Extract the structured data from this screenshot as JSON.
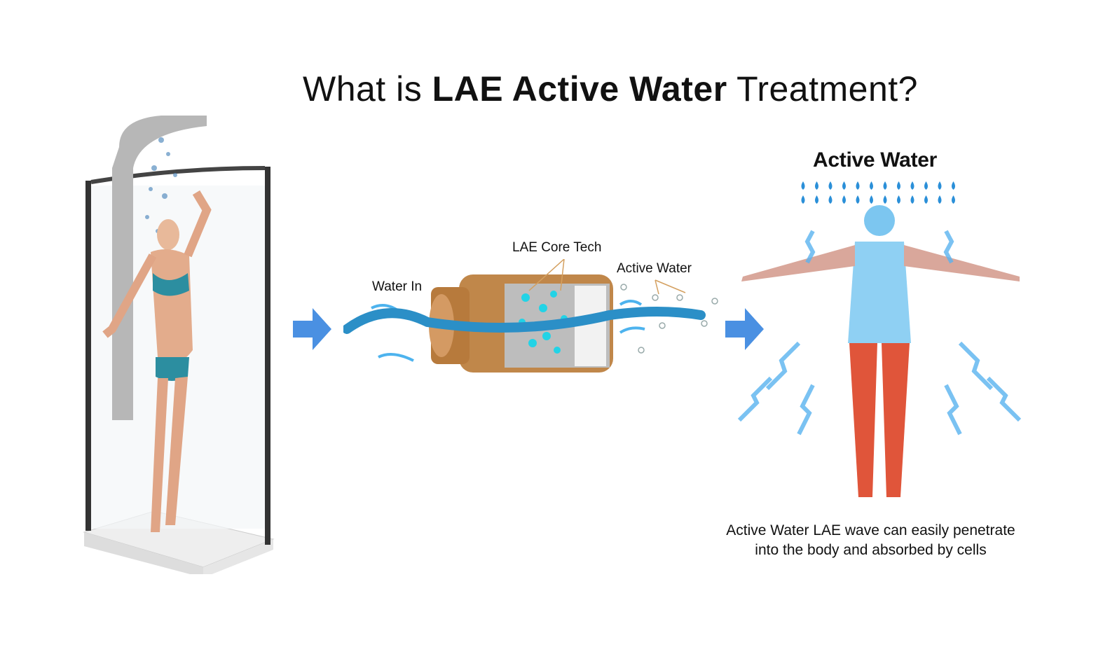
{
  "title": {
    "prefix": "What is ",
    "bold": "LAE Active Water",
    "suffix": " Treatment?"
  },
  "labels": {
    "water_in": "Water In",
    "core_tech": "LAE Core Tech",
    "active_water_small": "Active Water",
    "active_water_heading": "Active Water"
  },
  "caption": {
    "line1": "Active Water LAE wave can easily penetrate",
    "line2": "into the body and absorbed by cells"
  },
  "colors": {
    "arrow": "#4a90e2",
    "water": "#3aa0e0",
    "brass": "#c0874a",
    "droplet": "#2a8fd8"
  }
}
